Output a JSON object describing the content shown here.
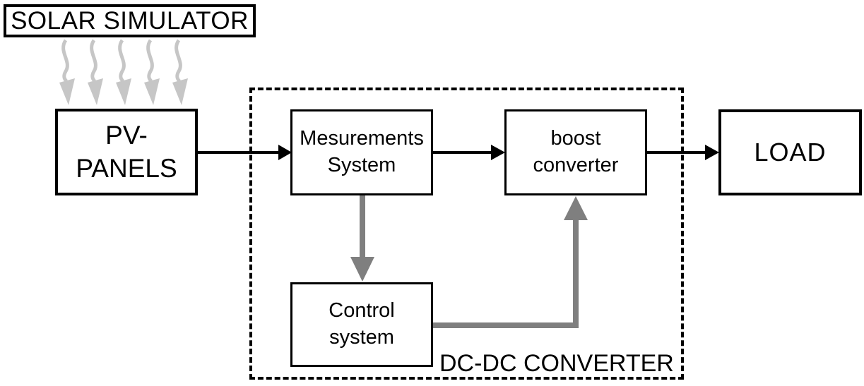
{
  "diagram": {
    "blocks": {
      "solar_simulator": {
        "label": "SOLAR SIMULATOR"
      },
      "pv_panels": {
        "line1": "PV-",
        "line2": "PANELS"
      },
      "measurements_system": {
        "line1": "Mesurements",
        "line2": "System"
      },
      "boost_converter": {
        "line1": "boost",
        "line2": "converter"
      },
      "control_system": {
        "line1": "Control",
        "line2": "system"
      },
      "load": {
        "label": "LOAD"
      }
    },
    "group": {
      "dc_dc_converter_label": "DC-DC CONVERTER"
    },
    "connections": [
      {
        "from": "solar_simulator",
        "to": "pv_panels",
        "style": "wavy-irradiance-rays",
        "count": 5,
        "color": "#c6c6c6"
      },
      {
        "from": "pv_panels",
        "to": "measurements_system",
        "style": "solid-arrow",
        "color": "#000000"
      },
      {
        "from": "measurements_system",
        "to": "boost_converter",
        "style": "solid-arrow",
        "color": "#000000"
      },
      {
        "from": "boost_converter",
        "to": "load",
        "style": "solid-arrow",
        "color": "#000000"
      },
      {
        "from": "measurements_system",
        "to": "control_system",
        "style": "thick-arrow-down",
        "color": "#7f7f7f"
      },
      {
        "from": "control_system",
        "to": "boost_converter",
        "style": "thick-elbow-arrow-up",
        "color": "#7f7f7f"
      }
    ],
    "colors": {
      "background": "#ffffff",
      "block_border": "#000000",
      "text": "#000000",
      "signal_gray": "#7f7f7f",
      "irradiance_gray": "#c6c6c6"
    }
  }
}
